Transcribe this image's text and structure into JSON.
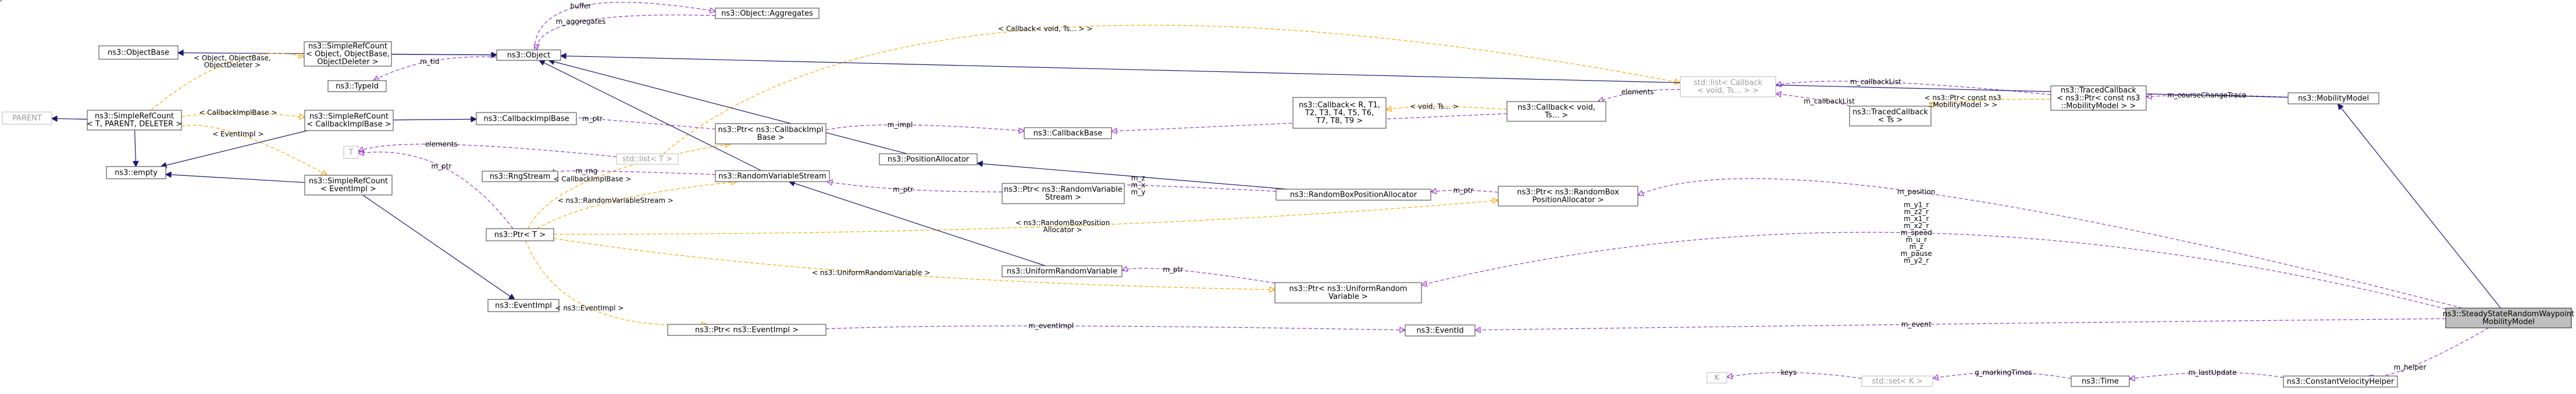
{
  "nodes": {
    "mobility": {
      "lines": [
        "ns3::SteadyStateRandomWaypoint",
        "MobilityModel"
      ],
      "main": true
    },
    "objbase": {
      "lines": [
        "ns3::ObjectBase"
      ]
    },
    "src_obj": {
      "lines": [
        "ns3::SimpleRefCount",
        "< Object, ObjectBase,",
        "ObjectDeleter >"
      ]
    },
    "object": {
      "lines": [
        "ns3::Object"
      ]
    },
    "aggregates": {
      "lines": [
        "ns3::Object::Aggregates"
      ]
    },
    "typeid": {
      "lines": [
        "ns3::TypeId"
      ]
    },
    "parent": {
      "lines": [
        "PARENT"
      ],
      "gray": true
    },
    "src_tpd": {
      "lines": [
        "ns3::SimpleRefCount",
        "< T, PARENT, DELETER >"
      ]
    },
    "src_cib": {
      "lines": [
        "ns3::SimpleRefCount",
        "< CallbackImplBase >"
      ]
    },
    "cib": {
      "lines": [
        "ns3::CallbackImplBase"
      ]
    },
    "T": {
      "lines": [
        "T"
      ],
      "gray": true
    },
    "empty": {
      "lines": [
        "ns3::empty"
      ]
    },
    "src_ei": {
      "lines": [
        "ns3::SimpleRefCount",
        "< EventImpl >"
      ]
    },
    "ringstream": {
      "lines": [
        "ns3::RngStream"
      ]
    },
    "ptrT": {
      "lines": [
        "ns3::Ptr< T >"
      ]
    },
    "eventimpl": {
      "lines": [
        "ns3::EventImpl"
      ]
    },
    "ptr_cib": {
      "lines": [
        "ns3::Ptr< ns3::CallbackImpl",
        "Base >"
      ]
    },
    "stdlistT": {
      "lines": [
        "std::list< T >"
      ],
      "gray": true
    },
    "rvs": {
      "lines": [
        "ns3::RandomVariableStream"
      ]
    },
    "posalloc": {
      "lines": [
        "ns3::PositionAllocator"
      ]
    },
    "callbackbase": {
      "lines": [
        "ns3::CallbackBase"
      ]
    },
    "ptr_rvs": {
      "lines": [
        "ns3::Ptr< ns3::RandomVariable",
        "Stream >"
      ]
    },
    "urv": {
      "lines": [
        "ns3::UniformRandomVariable"
      ]
    },
    "ptr_ei": {
      "lines": [
        "ns3::Ptr< ns3::EventImpl >"
      ]
    },
    "cb_tmpl": {
      "lines": [
        "ns3::Callback< R, T1,",
        "T2, T3, T4, T5, T6,",
        "T7, T8, T9 >"
      ]
    },
    "rbpa": {
      "lines": [
        "ns3::RandomBoxPositionAllocator"
      ]
    },
    "ptr_urv": {
      "lines": [
        "ns3::Ptr< ns3::UniformRandom",
        "Variable >"
      ]
    },
    "eventid": {
      "lines": [
        "ns3::EventId"
      ]
    },
    "ptr_rbpa": {
      "lines": [
        "ns3::Ptr< ns3::RandomBox",
        "PositionAllocator >"
      ]
    },
    "cb_void": {
      "lines": [
        "ns3::Callback< void,",
        "Ts... >"
      ]
    },
    "stdlist_cb": {
      "lines": [
        "std::list< Callback",
        "< void, Ts... > >"
      ],
      "gray": true
    },
    "tcb_ts": {
      "lines": [
        "ns3::TracedCallback",
        "< Ts >"
      ]
    },
    "tcb_mm": {
      "lines": [
        "ns3::TracedCallback",
        "< ns3::Ptr< const ns3",
        "::MobilityModel > >"
      ]
    },
    "mobbase": {
      "lines": [
        "ns3::MobilityModel"
      ]
    },
    "K": {
      "lines": [
        "K"
      ],
      "gray": true
    },
    "stdsetK": {
      "lines": [
        "std::set< K >"
      ],
      "gray": true
    },
    "time": {
      "lines": [
        "ns3::Time"
      ]
    },
    "cvh": {
      "lines": [
        "ns3::ConstantVelocityHelper"
      ]
    }
  },
  "edges": [
    {
      "kind": "usage",
      "label": [
        "buffer"
      ]
    },
    {
      "kind": "usage",
      "label": [
        "m_aggregates"
      ]
    },
    {
      "kind": "inherit",
      "label": []
    },
    {
      "kind": "inherit",
      "label": []
    },
    {
      "kind": "template",
      "label": [
        "< Object, ObjectBase,",
        "ObjectDeleter >"
      ]
    },
    {
      "kind": "usage",
      "label": [
        "m_tid"
      ]
    },
    {
      "kind": "inherit",
      "label": []
    },
    {
      "kind": "template",
      "label": [
        "< CallbackImplBase >"
      ]
    },
    {
      "kind": "template",
      "label": [
        "< EventImpl >"
      ]
    },
    {
      "kind": "inherit",
      "label": []
    },
    {
      "kind": "inherit",
      "label": []
    },
    {
      "kind": "inherit",
      "label": []
    },
    {
      "kind": "inherit",
      "label": []
    },
    {
      "kind": "inherit",
      "label": []
    },
    {
      "kind": "usage",
      "label": [
        "elements"
      ]
    },
    {
      "kind": "usage",
      "label": [
        "m_ptr"
      ]
    },
    {
      "kind": "usage",
      "label": [
        "m_ptr"
      ]
    },
    {
      "kind": "template",
      "label": [
        "< CallbackImplBase >"
      ]
    },
    {
      "kind": "template",
      "label": [
        "< ns3::RandomVariableStream >"
      ]
    },
    {
      "kind": "template",
      "label": [
        "< ns3::UniformRandomVariable >"
      ]
    },
    {
      "kind": "template",
      "label": [
        "< ns3::EventImpl >"
      ]
    },
    {
      "kind": "template",
      "label": [
        "< ns3::RandomBoxPosition",
        "Allocator >"
      ]
    },
    {
      "kind": "template",
      "label": [
        "< Callback< void, Ts... > >"
      ]
    },
    {
      "kind": "usage",
      "label": [
        "m_rng"
      ]
    },
    {
      "kind": "inherit",
      "label": []
    },
    {
      "kind": "inherit",
      "label": []
    },
    {
      "kind": "usage",
      "label": [
        "m_impl"
      ]
    },
    {
      "kind": "inherit",
      "label": []
    },
    {
      "kind": "inherit",
      "label": []
    },
    {
      "kind": "usage",
      "label": [
        "m_ptr"
      ]
    },
    {
      "kind": "usage",
      "label": [
        "m_ptr"
      ]
    },
    {
      "kind": "usage",
      "label": [
        "m_ptr"
      ]
    },
    {
      "kind": "usage",
      "label": [
        "m_eventImpl"
      ]
    },
    {
      "kind": "usage",
      "label": [
        "m_z",
        "m_x",
        "m_y"
      ]
    },
    {
      "kind": "template",
      "label": [
        "< void, Ts... >"
      ]
    },
    {
      "kind": "usage",
      "label": [
        "m_ptr"
      ]
    },
    {
      "kind": "usage",
      "label": [
        "elements"
      ]
    },
    {
      "kind": "usage",
      "label": [
        "m_callbackList"
      ]
    },
    {
      "kind": "usage",
      "label": [
        "m_callbackList"
      ]
    },
    {
      "kind": "template",
      "label": [
        "< ns3::Ptr< const ns3",
        "::MobilityModel > >"
      ]
    },
    {
      "kind": "usage",
      "label": [
        "m_courseChangeTrace"
      ]
    },
    {
      "kind": "inherit",
      "label": []
    },
    {
      "kind": "inherit",
      "label": []
    },
    {
      "kind": "usage",
      "label": [
        "m_position"
      ]
    },
    {
      "kind": "usage",
      "label": [
        "m_y1_r",
        "m_z2_r",
        "m_x1_r",
        "m_x2_r",
        "m_speed",
        "m_u_r",
        "m_z",
        "m_pause",
        "m_y2_r"
      ]
    },
    {
      "kind": "usage",
      "label": [
        "m_event"
      ]
    },
    {
      "kind": "usage",
      "label": [
        "keys"
      ]
    },
    {
      "kind": "usage",
      "label": [
        "g_markingTimes"
      ]
    },
    {
      "kind": "usage",
      "label": [
        "m_lastUpdate"
      ]
    },
    {
      "kind": "usage",
      "label": [
        "m_helper"
      ]
    }
  ]
}
